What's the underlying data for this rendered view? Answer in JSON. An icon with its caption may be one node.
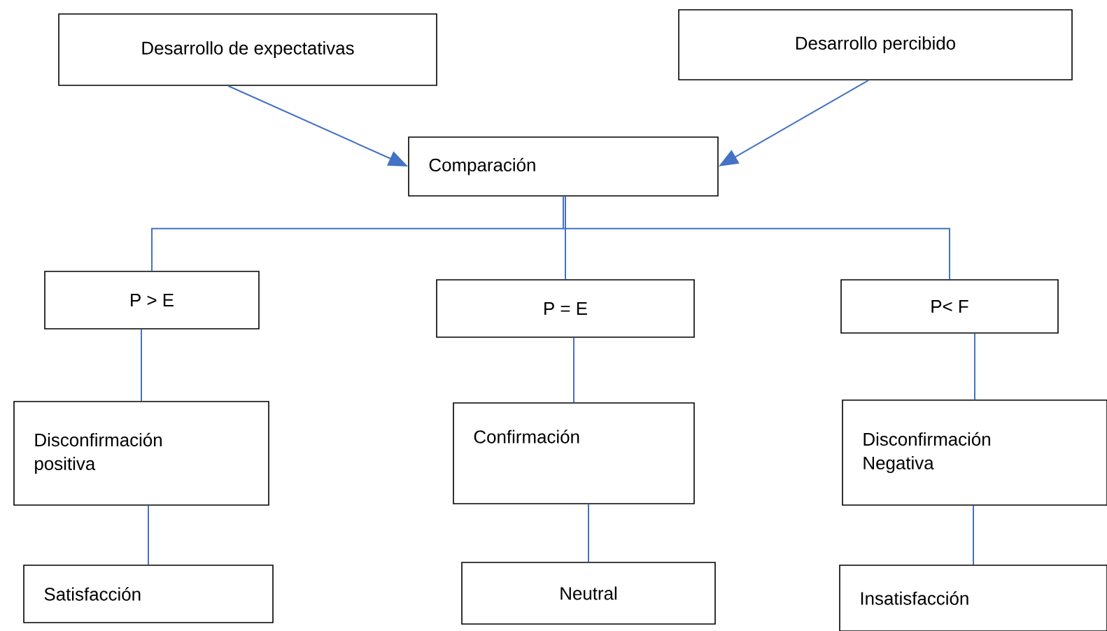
{
  "diagram": {
    "nodes": [
      {
        "text": [
          "Desarrollo de expectativas"
        ]
      },
      {
        "text": [
          "Desarrollo percibido"
        ]
      },
      {
        "text": [
          "Comparación"
        ]
      },
      {
        "text": [
          "P > E"
        ]
      },
      {
        "text": [
          "P = E"
        ]
      },
      {
        "text": [
          "P< F"
        ]
      },
      {
        "text": [
          "Disconfirmación positiva"
        ]
      },
      {
        "text": [
          "Confirmación"
        ]
      },
      {
        "text": [
          "Disconfirmación Negativa"
        ]
      },
      {
        "text": [
          "Satisfacción"
        ]
      },
      {
        "text": [
          "Neutral"
        ]
      },
      {
        "text": [
          "Insatisfacción"
        ]
      }
    ],
    "edges": [
      {
        "from": 0,
        "to": 2,
        "arrow": "to"
      },
      {
        "from": 1,
        "to": 2,
        "arrow": "to"
      },
      {
        "from": 2,
        "to": 3,
        "arrow": "none"
      },
      {
        "from": 2,
        "to": 4,
        "arrow": "none"
      },
      {
        "from": 2,
        "to": 5,
        "arrow": "none"
      },
      {
        "from": 3,
        "to": 6,
        "arrow": "none"
      },
      {
        "from": 4,
        "to": 7,
        "arrow": "none"
      },
      {
        "from": 5,
        "to": 8,
        "arrow": "none"
      },
      {
        "from": 6,
        "to": 9,
        "arrow": "none"
      },
      {
        "from": 7,
        "to": 10,
        "arrow": "none"
      },
      {
        "from": 8,
        "to": 11,
        "arrow": "none"
      }
    ]
  }
}
